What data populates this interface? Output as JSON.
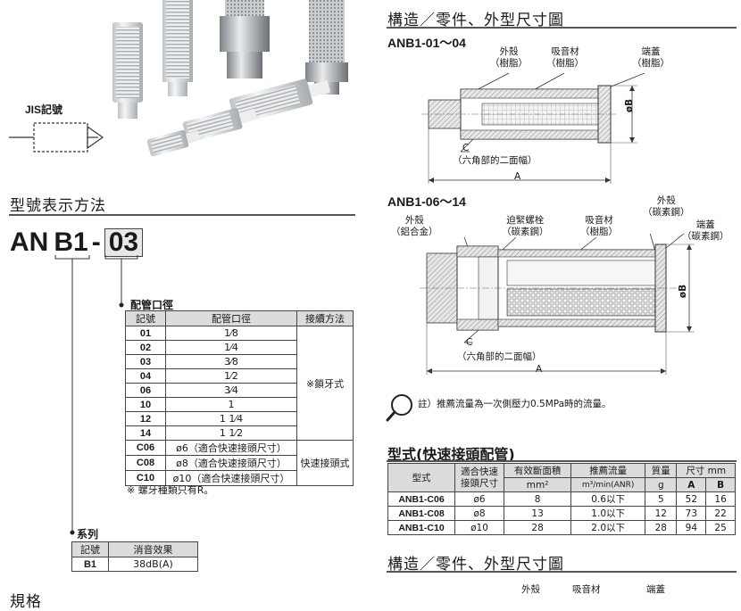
{
  "left": {
    "jis_label": "JIS記號",
    "model_section_title": "型號表示方法",
    "model_code": {
      "prefix": "AN",
      "series": "B1",
      "dash": "-",
      "port": "03"
    },
    "port_table": {
      "title": "配管口徑",
      "headers": [
        "記號",
        "配管口徑",
        "接續方法"
      ],
      "rows": [
        {
          "code": "01",
          "size": "1⁄8"
        },
        {
          "code": "02",
          "size": "1⁄4"
        },
        {
          "code": "03",
          "size": "3⁄8"
        },
        {
          "code": "04",
          "size": "1⁄2"
        },
        {
          "code": "06",
          "size": "3⁄4"
        },
        {
          "code": "10",
          "size": "1"
        },
        {
          "code": "12",
          "size": "1 1⁄4"
        },
        {
          "code": "14",
          "size": "1 1⁄2"
        },
        {
          "code": "C06",
          "size": "ø6（適合快速接頭尺寸）"
        },
        {
          "code": "C08",
          "size": "ø8（適合快速接頭尺寸）"
        },
        {
          "code": "C10",
          "size": "ø10（適合快速接頭尺寸）"
        }
      ],
      "method_thread": "※鎖牙式",
      "method_quick": "快速接頭式",
      "note": "※ 螺牙種類只有R。"
    },
    "series_table": {
      "title": "系列",
      "headers": [
        "記號",
        "消音效果"
      ],
      "rows": [
        {
          "code": "B1",
          "effect": "38dB(A)"
        }
      ]
    },
    "bottom_cut_title": "規格"
  },
  "right": {
    "section1_title": "構造／零件、外型尺寸圖",
    "diagram1": {
      "title": "ANB1-01～04",
      "labels": {
        "shell": "外殼",
        "shell_mat": "（樹脂）",
        "absorber": "吸音材",
        "absorber_mat": "（樹脂）",
        "cap": "端蓋",
        "cap_mat": "（樹脂）",
        "c": "C",
        "hex": "（六角部的二面幅）",
        "a": "A",
        "b": "øB"
      }
    },
    "diagram2": {
      "title": "ANB1-06～14",
      "labels": {
        "shell1": "外殼",
        "shell1_mat": "（鋁合金）",
        "bolt": "迫緊螺栓",
        "bolt_mat": "（碳素鋼）",
        "absorber": "吸音材",
        "absorber_mat": "（樹脂）",
        "shell2": "外殼",
        "shell2_mat": "（碳素鋼）",
        "cap": "端蓋",
        "cap_mat": "（碳素鋼）",
        "c": "C",
        "hex": "（六角部的二面幅）",
        "a": "A",
        "b": "øB"
      }
    },
    "flow_note": "註）推薦流量為一次側壓力0.5MPa時的流量。",
    "quick_title": "型式(快速接頭配管)",
    "quick_table": {
      "h_model": "型式",
      "h_conn": "適合快速接頭尺寸",
      "h_area": "有效斷面積",
      "h_area_unit": "mm²",
      "h_flow": "推薦流量",
      "h_flow_unit": "m³/min(ANR)",
      "h_mass": "質量",
      "h_mass_unit": "g",
      "h_dim": "尺寸 mm",
      "h_a": "A",
      "h_b": "B",
      "rows": [
        {
          "model": "ANB1-C06",
          "conn": "ø6",
          "area": "8",
          "flow": "0.6以下",
          "mass": "5",
          "a": "52",
          "b": "16"
        },
        {
          "model": "ANB1-C08",
          "conn": "ø8",
          "area": "13",
          "flow": "1.0以下",
          "mass": "12",
          "a": "73",
          "b": "22"
        },
        {
          "model": "ANB1-C10",
          "conn": "ø10",
          "area": "28",
          "flow": "2.0以下",
          "mass": "28",
          "a": "94",
          "b": "25"
        }
      ]
    },
    "section2_title": "構造／零件、外型尺寸圖",
    "bottom_labels": {
      "shell": "外殼",
      "absorber": "吸音材",
      "cap": "端蓋"
    }
  }
}
